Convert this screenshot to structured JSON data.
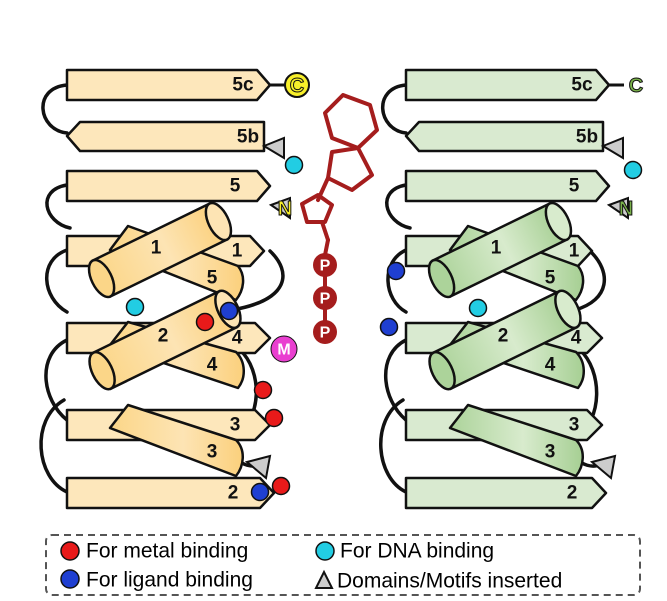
{
  "colors": {
    "left_fill": "#fde7bb",
    "left_helix": "#fbd68c",
    "right_fill": "#d9ead0",
    "right_helix": "#b5d8a5",
    "term_yellow": "#f7ef2a",
    "term_green": "#79b04a",
    "ligand": "#a51d1d",
    "metal": "#e81a1a",
    "ligand_binding": "#1f3fd1",
    "dna_binding": "#22cde3",
    "insert": "#cccccc",
    "magnesium": "#e93fd0"
  },
  "left": {
    "strands": [
      "5c",
      "5b",
      "5",
      "1",
      "4",
      "3",
      "2"
    ],
    "helices": [
      "1",
      "5",
      "2",
      "4",
      "3"
    ],
    "terminal_c": "C",
    "terminal_n": "N"
  },
  "right": {
    "strands": [
      "5c",
      "5b",
      "5",
      "1",
      "4",
      "3",
      "2"
    ],
    "helices": [
      "1",
      "5",
      "2",
      "4",
      "3"
    ],
    "terminal_c": "C",
    "terminal_n": "N"
  },
  "phosphate_label": "P",
  "metal_ion_label": "M",
  "legend": {
    "metal": "For metal binding",
    "ligand": "For ligand binding",
    "dna": "For DNA binding",
    "insert": "Domains/Motifs inserted"
  }
}
